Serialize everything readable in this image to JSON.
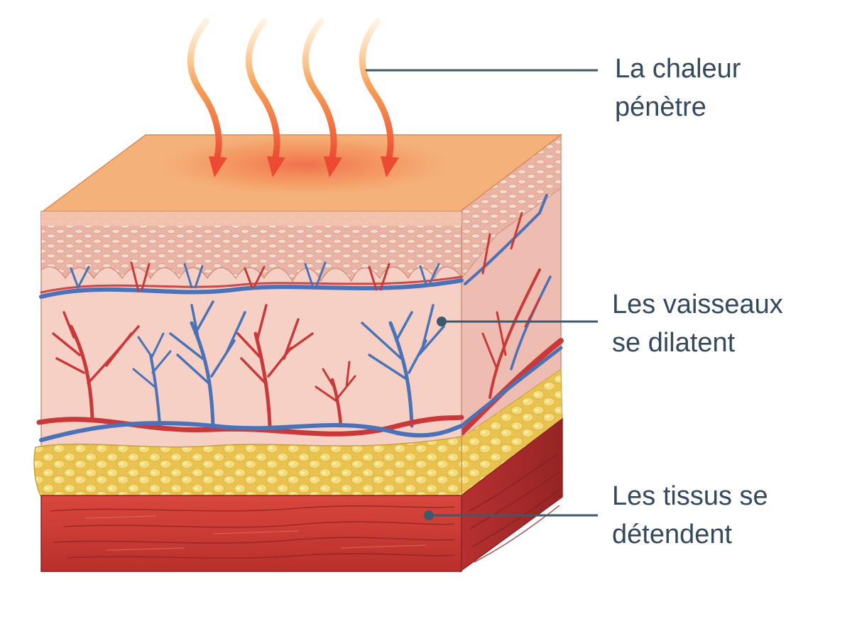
{
  "labels": {
    "heat": {
      "line1": "La chaleur",
      "line2": "pénètre"
    },
    "vessels": {
      "line1": "Les vaisseaux",
      "line2": "se dilatent"
    },
    "tissue": {
      "line1": "Les tissus se",
      "line2": "détendent"
    }
  },
  "colors": {
    "label_text": "#34495e",
    "leader_line": "#3d5a6c",
    "skin_surface": "#f4b27a",
    "epidermis": "#eebcae",
    "dermis": "#f6cfc5",
    "artery": "#c9393a",
    "vein": "#4a72b8",
    "fat": "#f1d46a",
    "muscle": "#c73a34",
    "heat_arrow": "#f06a3a"
  },
  "icons": {
    "heat_arrows": "wavy-down-arrow",
    "leader_markers": "dot"
  }
}
